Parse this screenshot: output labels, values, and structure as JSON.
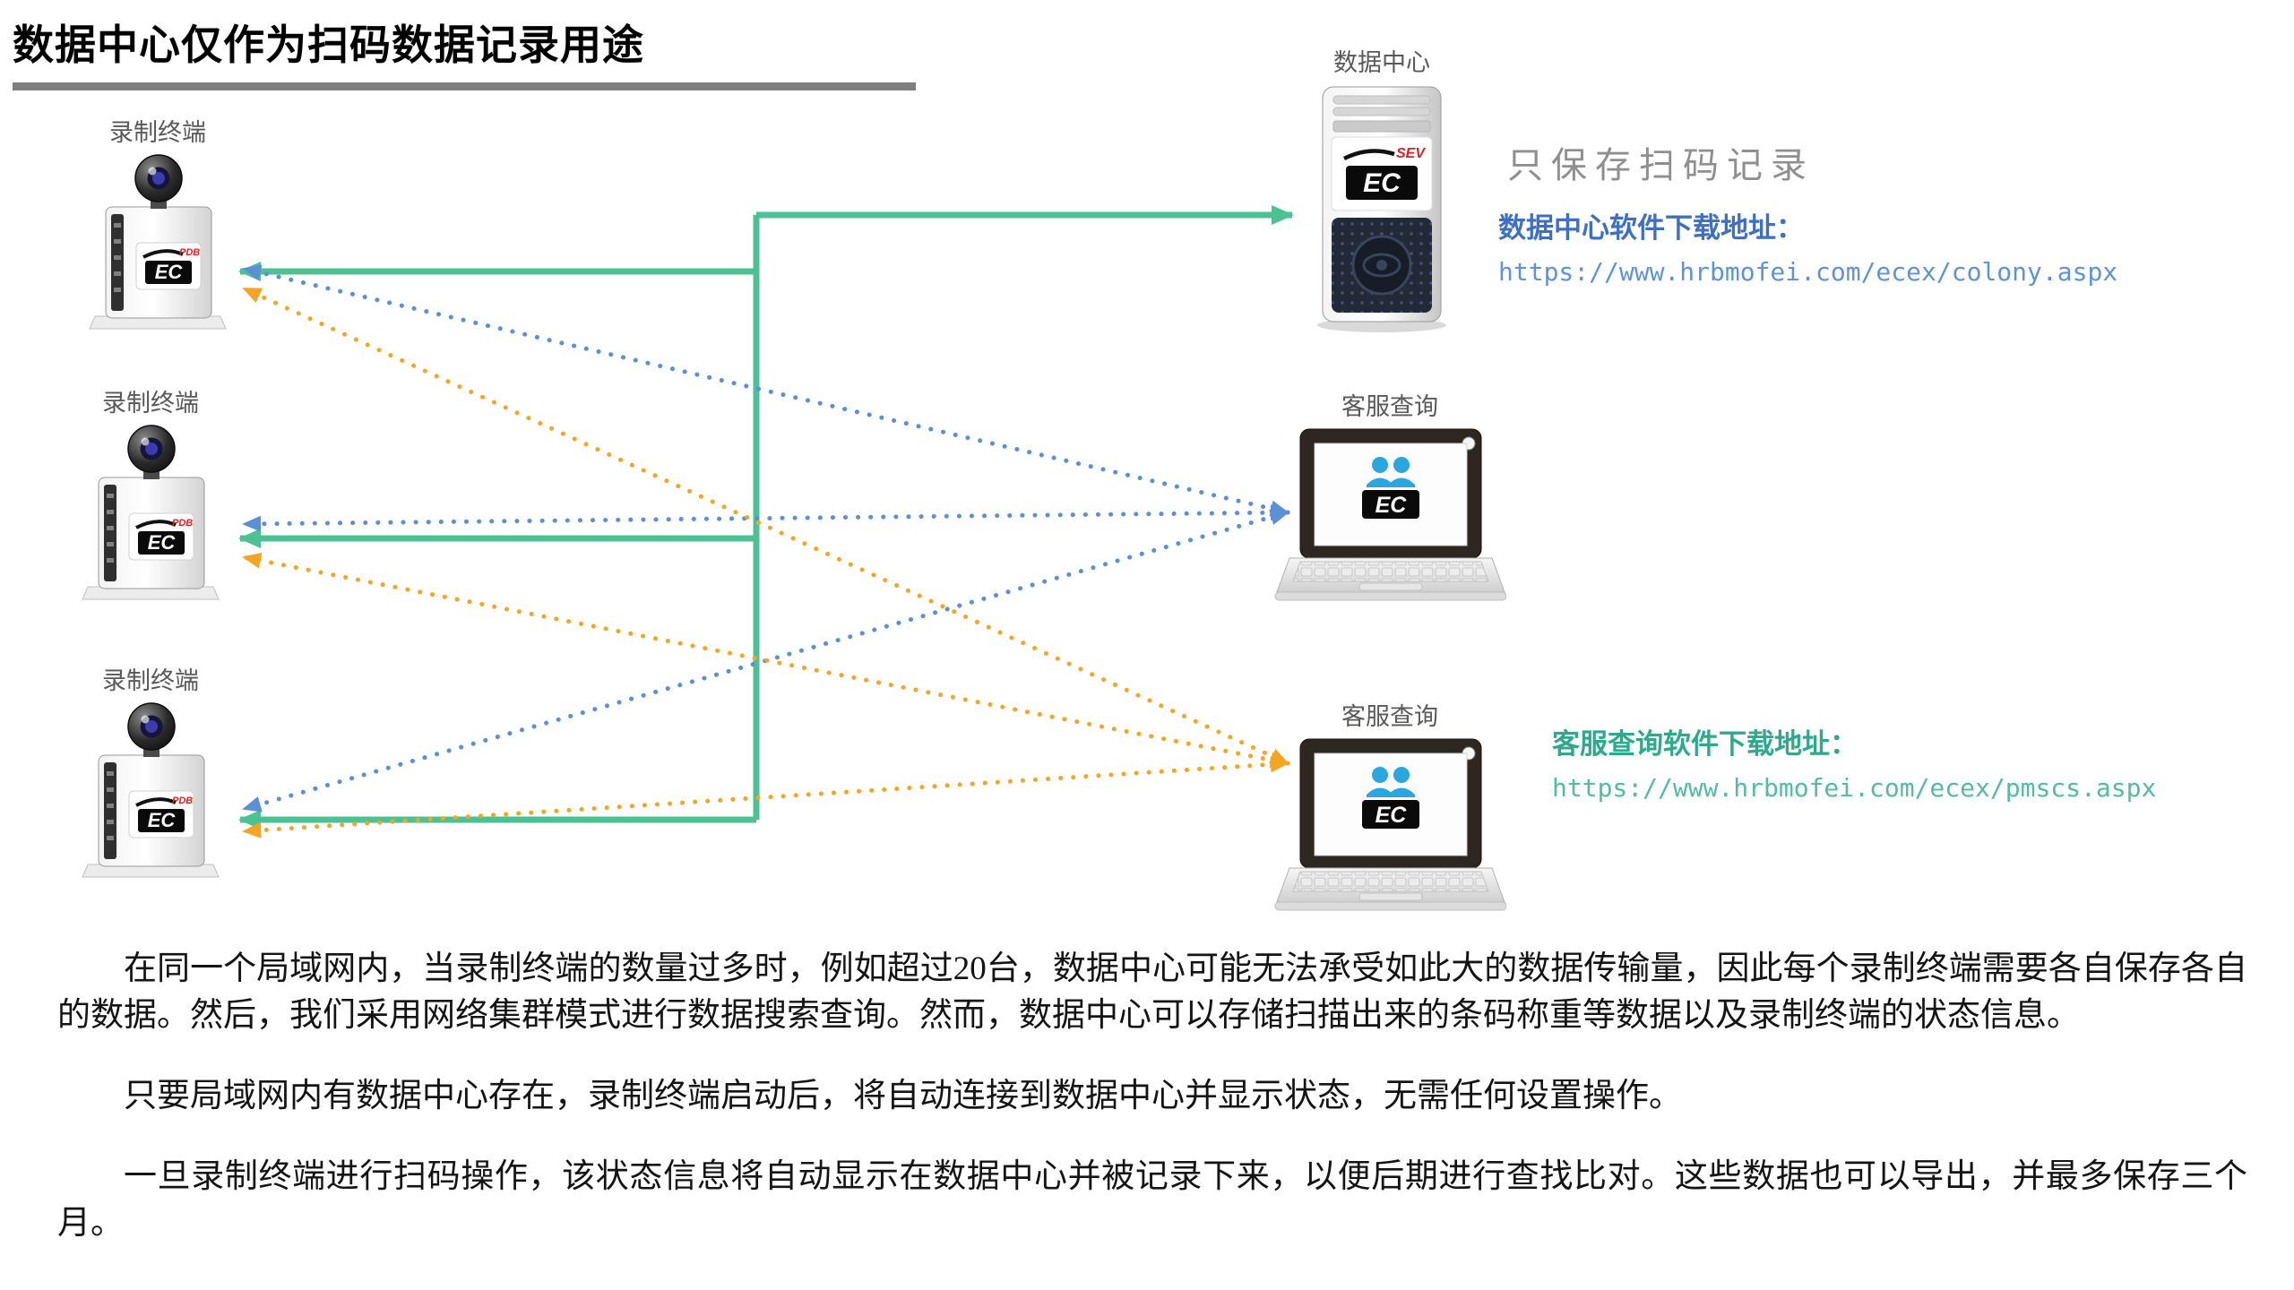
{
  "title": "数据中心仅作为扫码数据记录用途",
  "terminals": [
    {
      "label": "录制终端"
    },
    {
      "label": "录制终端"
    },
    {
      "label": "录制终端"
    }
  ],
  "datacenter": {
    "label": "数据中心"
  },
  "service_stations": [
    {
      "label": "客服查询"
    },
    {
      "label": "客服查询"
    }
  ],
  "annotations": {
    "datacenter_note": "只保存扫码记录",
    "datacenter_download_label": "数据中心软件下载地址：",
    "datacenter_download_url": "https://www.hrbmofei.com/ecex/colony.aspx",
    "service_download_label": "客服查询软件下载地址：",
    "service_download_url": "https://www.hrbmofei.com/ecex/pmscs.aspx"
  },
  "paragraphs": [
    "在同一个局域网内，当录制终端的数量过多时，例如超过20台，数据中心可能无法承受如此大的数据传输量，因此每个录制终端需要各自保存各自的数据。然后，我们采用网络集群模式进行数据搜索查询。然而，数据中心可以存储扫描出来的条码称重等数据以及录制终端的状态信息。",
    "只要局域网内有数据中心存在，录制终端启动后，将自动连接到数据中心并显示状态，无需任何设置操作。",
    "一旦录制终端进行扫码操作，该状态信息将自动显示在数据中心并被记录下来，以便后期进行查找比对。这些数据也可以导出，并最多保存三个月。"
  ],
  "logo": {
    "ec": "EC",
    "terminal_red": "PDB",
    "datacenter_red": "SEV"
  },
  "colors": {
    "green": "#4cc294",
    "blue": "#5b8fd6",
    "orange": "#f5a524",
    "title_rule": "#7f7f7f",
    "note_gray": "#8f8f8f",
    "dc_text_blue": "#3f6fc0",
    "cs_text_green": "#2fa98c"
  }
}
